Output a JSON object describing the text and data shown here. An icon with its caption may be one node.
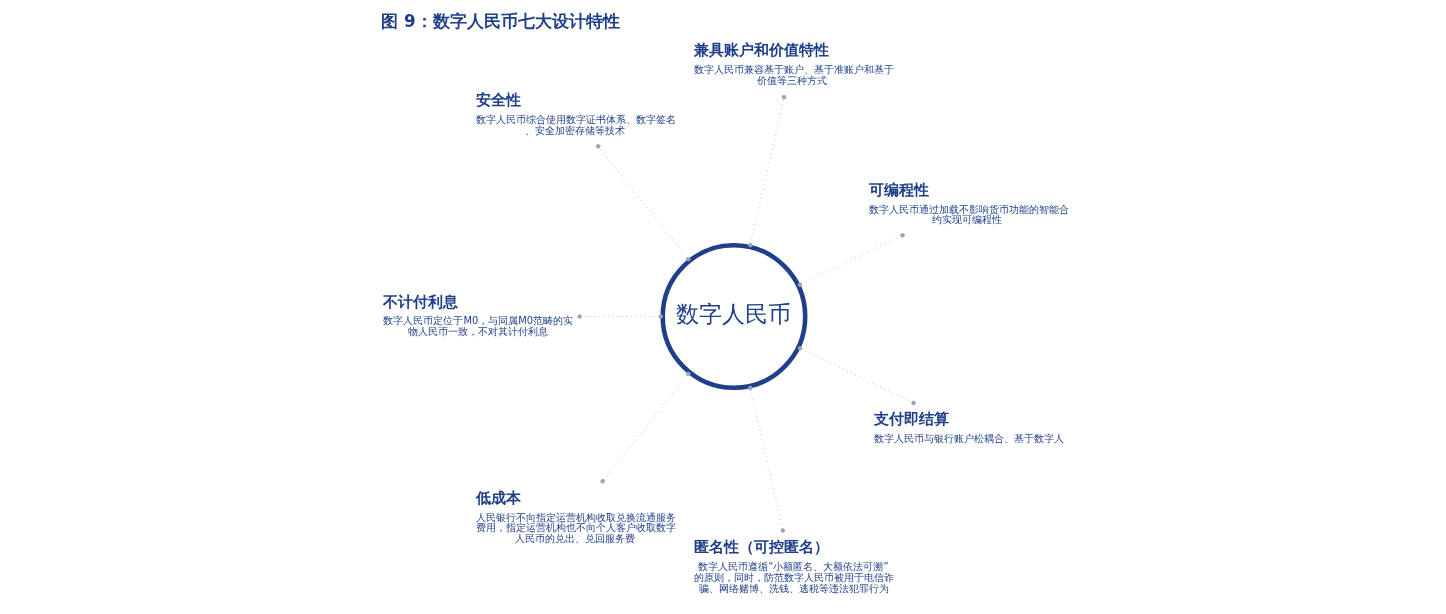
{
  "diagram": {
    "title": "图 9：数字人民币七大设计特性",
    "nodes": [
      {
        "text": [
          "数字人民币"
        ]
      },
      {
        "text": [
          "可编程性",
          "数字人民币通过加载不影响货币功能的智能合约实现可编程性"
        ]
      },
      {
        "text": [
          "兼具账户和价值特性",
          "数字人民币兼容基于账户、基于准账户和基于价值等三种方式"
        ]
      },
      {
        "text": [
          "安全性",
          "数字人民币综合使用数字证书体系、数字签名、安全加密存储等技术"
        ]
      },
      {
        "text": [
          "不计付利息",
          "数字人民币定位于M0，与同属M0范畴的实物人民币一致，不对其计付利息"
        ]
      },
      {
        "text": [
          "低成本",
          "人民银行不向指定运营机构收取兑换流通服务费用，指定运营机构也不向个人客户收取数字人民币的兑出、兑回服务费"
        ]
      },
      {
        "text": [
          "匿名性（可控匿名）",
          "数字人民币遵循“小额匿名、大额依法可溯”的原则，同时，防范数字人民币被用于电信诈骗、网络赌博、洗钱、逃税等违法犯罪行为"
        ]
      },
      {
        "text": [
          "支付即结算",
          "数字人民币与银行账户松耦合、基于数字人"
        ]
      }
    ],
    "edges": [
      {
        "from": 0,
        "to": 1,
        "arrow": "other"
      },
      {
        "from": 0,
        "to": 2,
        "arrow": "other"
      },
      {
        "from": 0,
        "to": 3,
        "arrow": "other"
      },
      {
        "from": 0,
        "to": 4,
        "arrow": "other"
      },
      {
        "from": 0,
        "to": 5,
        "arrow": "other"
      },
      {
        "from": 0,
        "to": 6,
        "arrow": "other"
      },
      {
        "from": 0,
        "to": 7,
        "arrow": "other"
      }
    ]
  }
}
